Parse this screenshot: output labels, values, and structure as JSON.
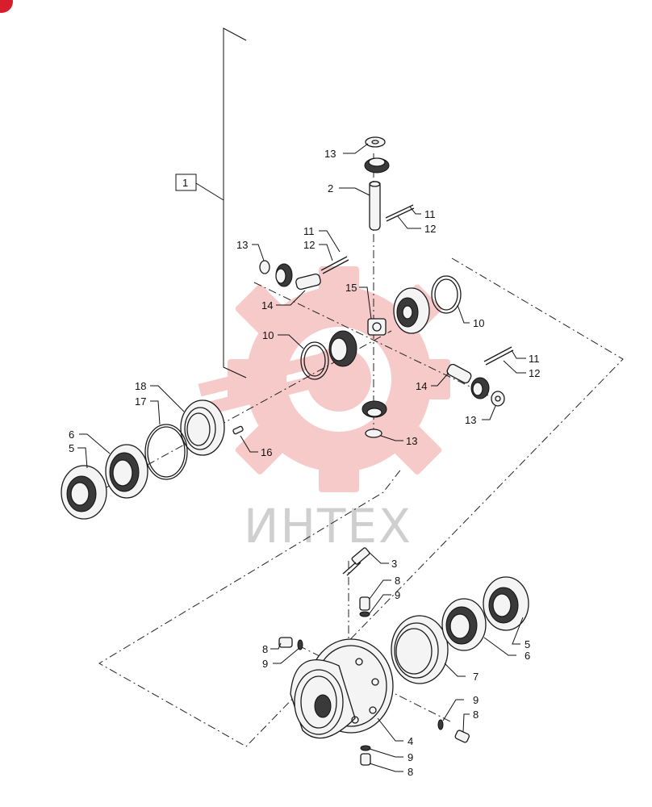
{
  "diagram": {
    "assembly_label": "1",
    "watermark_text": "ИНТЕХ",
    "callouts": {
      "c2": "2",
      "c3": "3",
      "c4": "4",
      "c5a": "5",
      "c5b": "5",
      "c6a": "6",
      "c6b": "6",
      "c7": "7",
      "c8a": "8",
      "c8b": "8",
      "c8c": "8",
      "c8d": "8",
      "c9a": "9",
      "c9b": "9",
      "c9c": "9",
      "c9d": "9",
      "c10a": "10",
      "c10b": "10",
      "c11a": "11",
      "c11b": "11",
      "c11c": "11",
      "c12a": "12",
      "c12b": "12",
      "c12c": "12",
      "c13a": "13",
      "c13b": "13",
      "c13c": "13",
      "c13d": "13",
      "c14a": "14",
      "c14b": "14",
      "c15": "15",
      "c16": "16",
      "c17": "17",
      "c18": "18"
    },
    "colors": {
      "watermark_red": "#f2a0a0",
      "corner_badge": "#d81e2a",
      "line": "#1a1a1a"
    }
  }
}
